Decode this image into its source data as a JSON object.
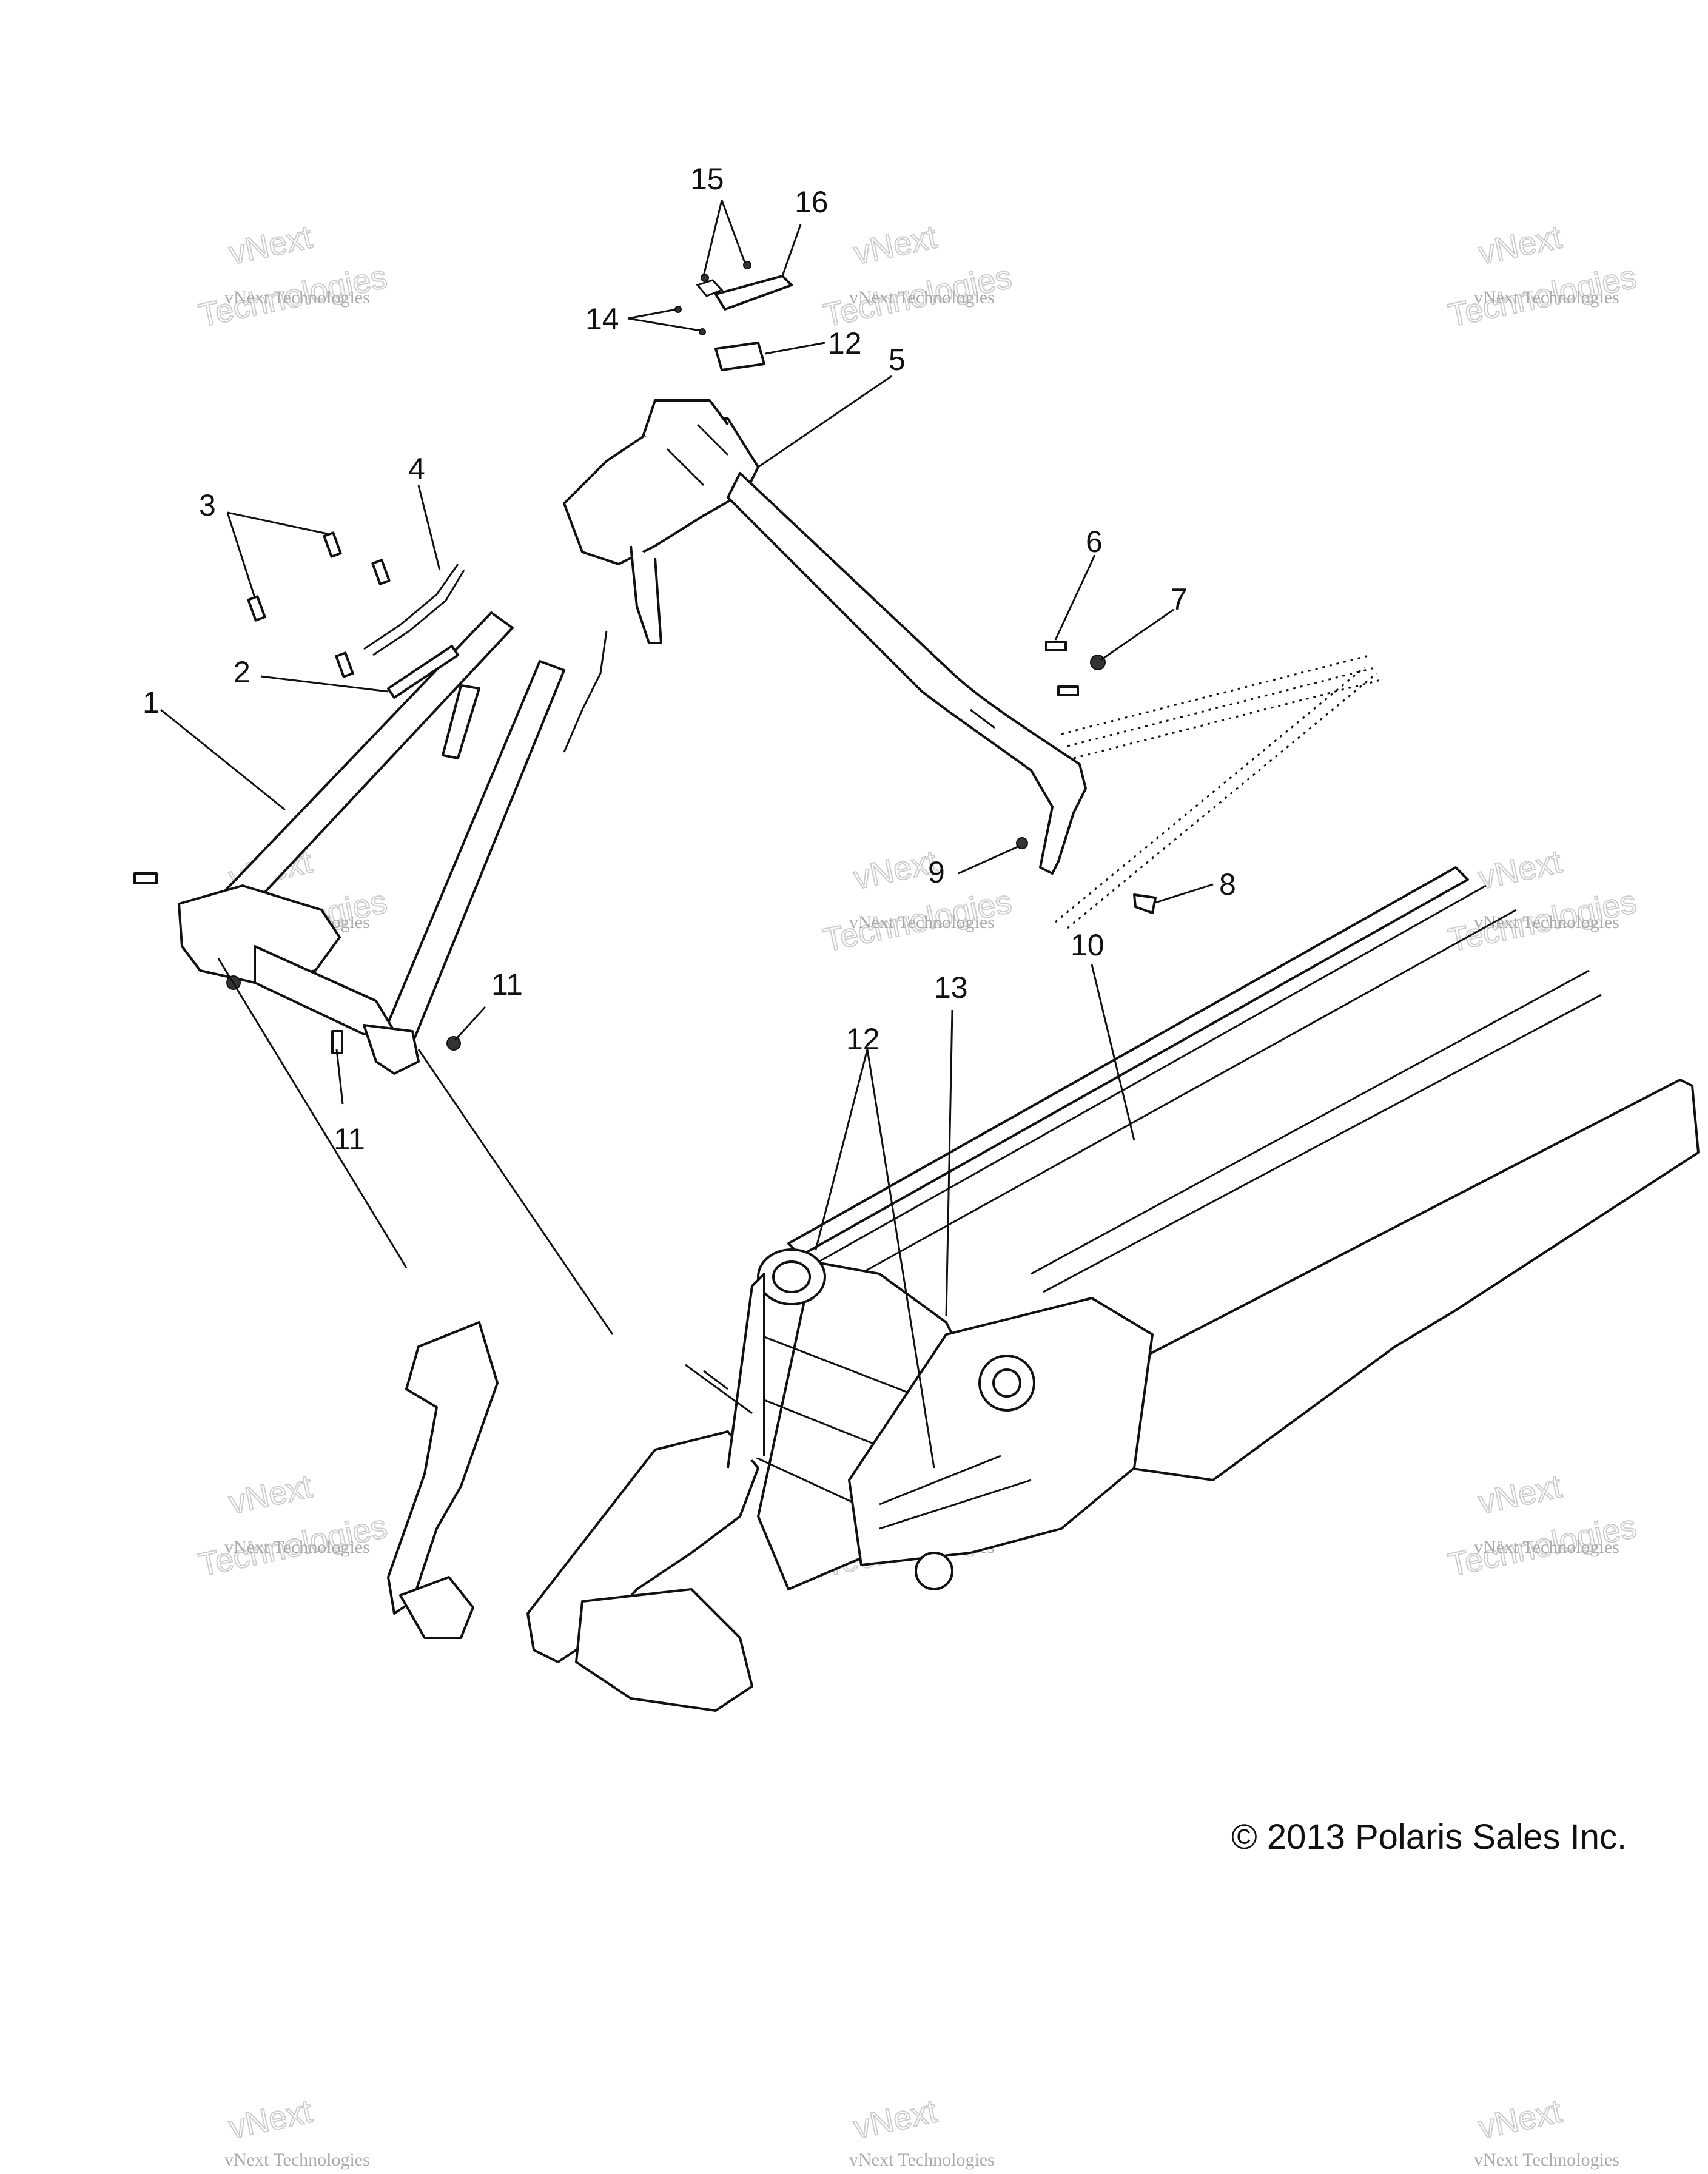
{
  "callouts": {
    "c1": "1",
    "c2": "2",
    "c3": "3",
    "c4": "4",
    "c5": "5",
    "c6": "6",
    "c7": "7",
    "c8": "8",
    "c9": "9",
    "c10": "10",
    "c11": "11",
    "c12": "12",
    "c13": "13",
    "c14": "14",
    "c15": "15",
    "c16": "16"
  },
  "watermark": {
    "small": "vNext Technologies",
    "large_top": "vNext",
    "large_bottom": "Technologies"
  },
  "copyright": "© 2013 Polaris Sales Inc."
}
